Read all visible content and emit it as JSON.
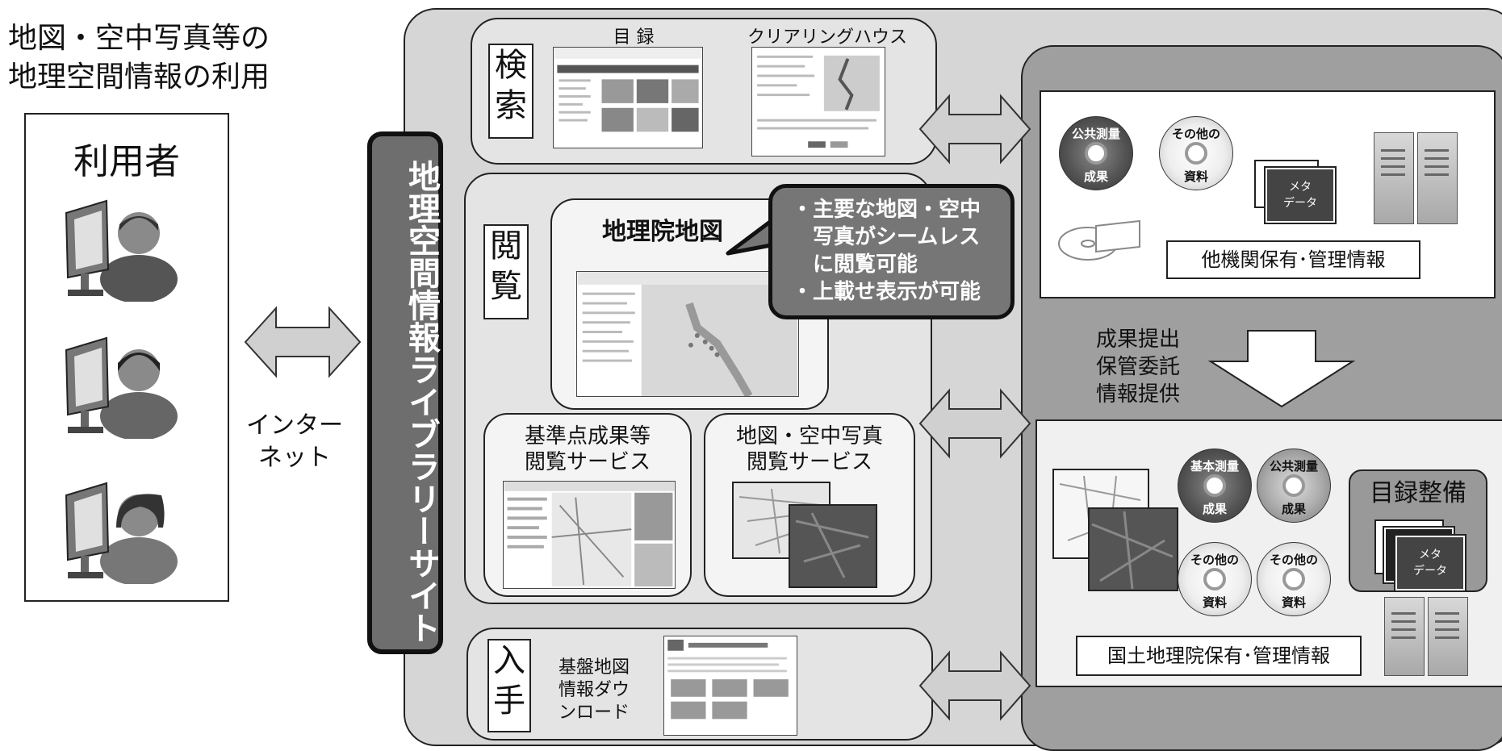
{
  "title_lines": [
    "地図・空中写真等の",
    "地理空間情報の利用"
  ],
  "users": {
    "label": "利用者"
  },
  "internet": {
    "line1": "インター",
    "line2": "ネット"
  },
  "library": {
    "label": "地理空間情報ライブラリーサイト"
  },
  "search": {
    "label_line1": "検",
    "label_line2": "索",
    "catalog": "目 録",
    "clearinghouse": "クリアリングハウス"
  },
  "browse": {
    "label_line1": "閲",
    "label_line2": "覧",
    "map_title": "地理院地図",
    "bubble_lines": [
      "・主要な地図・空中",
      "写真がシームレス",
      "に閲覧可能",
      "・上載せ表示が可能"
    ],
    "kijun_line1": "基準点成果等",
    "kijun_line2": "閲覧サービス",
    "chizu_line1": "地図・空中写真",
    "chizu_line2": "閲覧サービス"
  },
  "obtain": {
    "label_line1": "入",
    "label_line2": "手",
    "desc_lines": [
      "基盤地図",
      "情報ダウ",
      "ンロード"
    ]
  },
  "other_org": {
    "label": "他機関保有･管理情報",
    "disc1": {
      "top": "公共測量",
      "bottom": "成果"
    },
    "disc2": {
      "top": "その他の",
      "bottom": "資料"
    },
    "meta": {
      "line1": "メタ",
      "line2": "データ"
    }
  },
  "flow": {
    "lines": [
      "成果提出",
      "保管委託",
      "情報提供"
    ]
  },
  "gsi": {
    "label": "国土地理院保有･管理情報",
    "catalog_label": "目録整備",
    "disc1": {
      "top": "基本測量",
      "bottom": "成果"
    },
    "disc2": {
      "top": "公共測量",
      "bottom": "成果"
    },
    "disc3": {
      "top": "その他の",
      "bottom": "資料"
    },
    "disc4": {
      "top": "その他の",
      "bottom": "資料"
    },
    "meta": {
      "line1": "メタ",
      "line2": "データ"
    }
  }
}
